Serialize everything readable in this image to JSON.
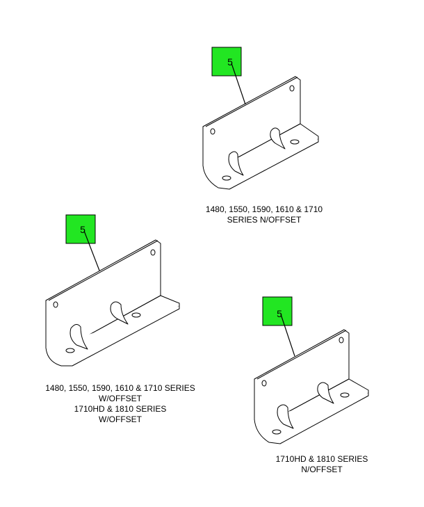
{
  "colors": {
    "callout_fill": "#22e622",
    "line": "#000000",
    "background": "#ffffff"
  },
  "parts": [
    {
      "callout": "5",
      "caption_lines": [
        "1480, 1550, 1590, 1610 & 1710",
        "SERIES N/OFFSET"
      ]
    },
    {
      "callout": "5",
      "caption_lines": [
        "1480, 1550, 1590, 1610 & 1710 SERIES",
        "W/OFFSET",
        "1710HD & 1810 SERIES",
        "W/OFFSET"
      ]
    },
    {
      "callout": "5",
      "caption_lines": [
        "1710HD & 1810 SERIES",
        "N/OFFSET"
      ]
    }
  ]
}
